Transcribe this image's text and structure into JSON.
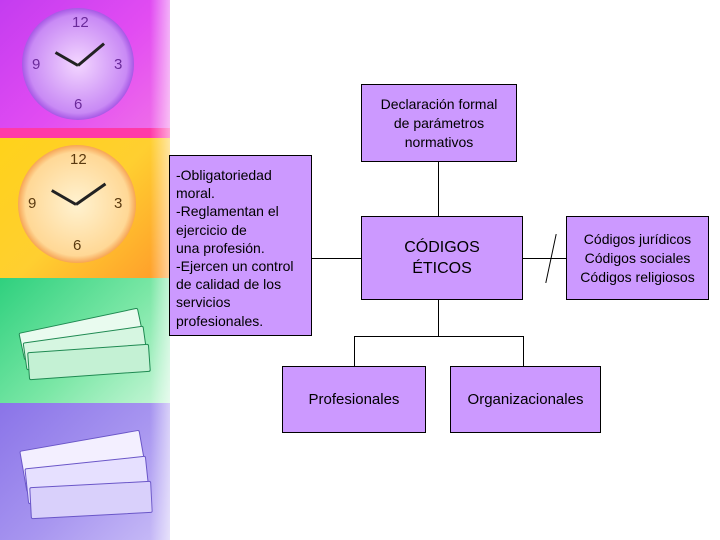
{
  "diagram": {
    "top_box": [
      "Declaración formal",
      "de parámetros",
      "normativos"
    ],
    "center_box": [
      "CÓDIGOS",
      "ÉTICOS"
    ],
    "left_box": [
      "-Obligatoriedad",
      "moral.",
      "-Reglamentan el",
      "ejercicio de",
      "una profesión.",
      "-Ejercen un control",
      "de calidad de los",
      "servicios",
      "profesionales."
    ],
    "right_box": [
      "Códigos jurídicos",
      "Códigos sociales",
      "Códigos religiosos"
    ],
    "bottom_left_box": "Profesionales",
    "bottom_right_box": "Organizacionales"
  },
  "decoration": {
    "panel_colors": [
      "#c43cf0",
      "#ff3aa8",
      "#ffd21a",
      "#2fd07e",
      "#8a74e8"
    ],
    "clock_icons": [
      "purple-clock-icon",
      "orange-clock-icon"
    ],
    "paper_icons": [
      "green-paper-stack-icon",
      "lavender-paper-stack-icon"
    ]
  }
}
